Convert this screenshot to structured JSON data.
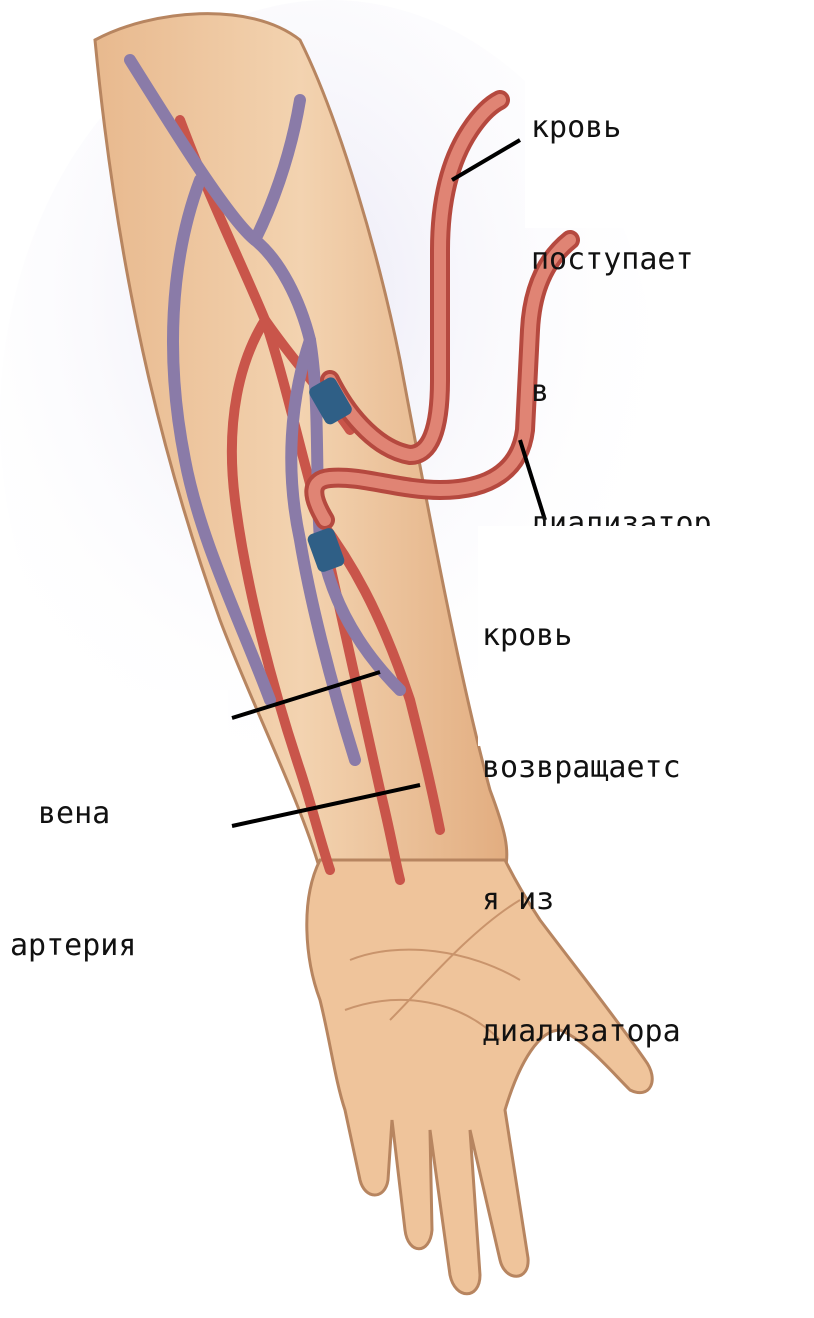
{
  "labels": {
    "blood_in": [
      "кровь",
      "поступает",
      "в",
      "диализатор"
    ],
    "blood_out": [
      "кровь",
      "возвращаетс",
      "я из",
      "диализатора"
    ],
    "vein": "вена",
    "artery": "артерия"
  },
  "colors": {
    "skin": "#f0c9a0",
    "skin_shade": "#d9a57a",
    "artery": "#c9554a",
    "vein": "#8a7ba8",
    "tube": "#d06a5c",
    "needle": "#2f5f86",
    "leader_line": "#000000"
  }
}
